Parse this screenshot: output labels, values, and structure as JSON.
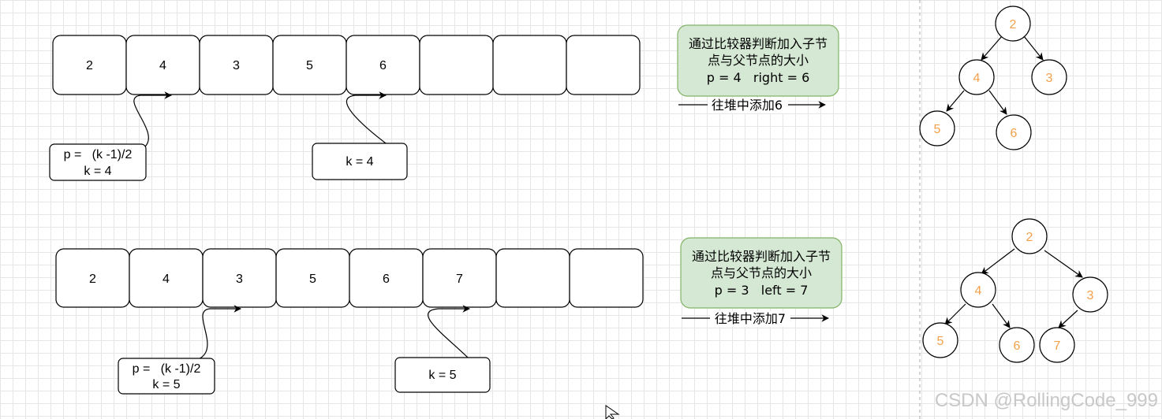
{
  "rows": [
    {
      "cells": [
        "2",
        "4",
        "3",
        "5",
        "6",
        "",
        "",
        ""
      ],
      "label_left": [
        "p =   (k -1)/2",
        "k = 4"
      ],
      "label_right": "k = 4",
      "note": [
        "通过比较器判断加入子节",
        "点与父节点的大小",
        "p = 4   right = 6"
      ],
      "arrow_text": "往堆中添加6",
      "tree": [
        "2",
        "4",
        "3",
        "5",
        "6"
      ]
    },
    {
      "cells": [
        "2",
        "4",
        "3",
        "5",
        "6",
        "7",
        "",
        ""
      ],
      "label_left": [
        "p =   (k -1)/2",
        "k = 5"
      ],
      "label_right": "k = 5",
      "note": [
        "通过比较器判断加入子节",
        "点与父节点的大小",
        "p = 3   left = 7"
      ],
      "arrow_text": "往堆中添加7",
      "tree": [
        "2",
        "4",
        "3",
        "5",
        "6",
        "7"
      ]
    }
  ],
  "watermark": "CSDN @RollingCode_999"
}
